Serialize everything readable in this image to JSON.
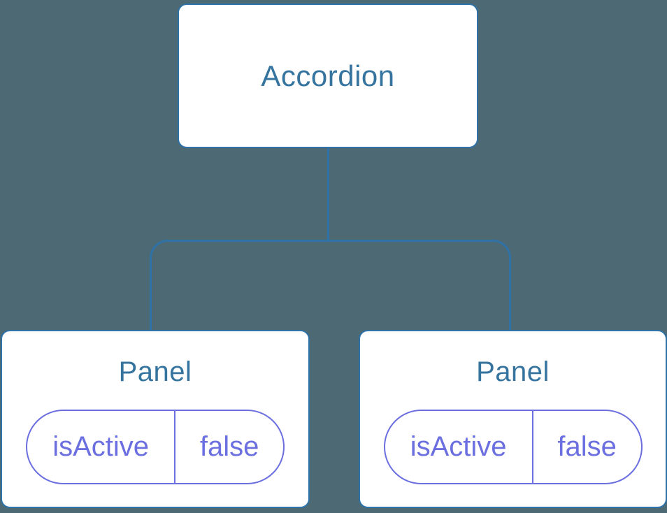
{
  "diagram": {
    "type": "component-tree",
    "root": {
      "label": "Accordion"
    },
    "children": [
      {
        "label": "Panel",
        "state": {
          "key": "isActive",
          "value": "false"
        }
      },
      {
        "label": "Panel",
        "state": {
          "key": "isActive",
          "value": "false"
        }
      }
    ],
    "colors": {
      "background": "#4d6974",
      "connector_blue": "#2e72a7",
      "node_border_blue": "#2e72a7",
      "node_text_blue": "#35749f",
      "state_accent_purple": "#6b6fdf",
      "node_fill": "#ffffff"
    }
  }
}
